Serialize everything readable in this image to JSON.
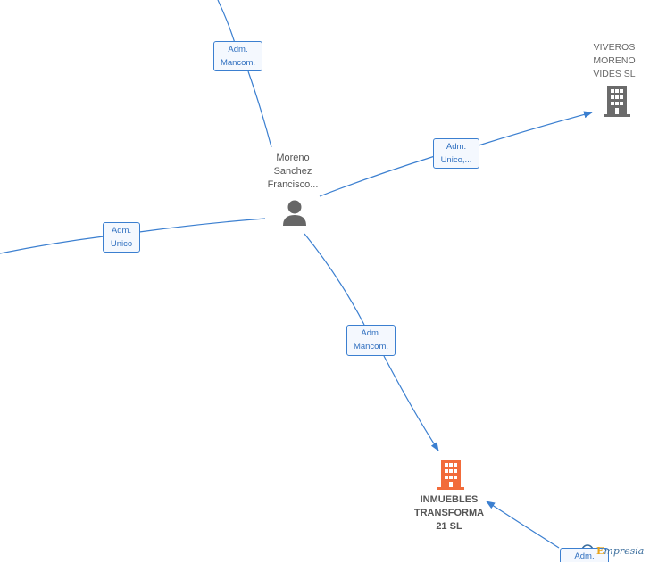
{
  "person": {
    "name_lines": [
      "Moreno",
      "Sanchez",
      "Francisco..."
    ],
    "icon": "person-icon",
    "color": "#666666"
  },
  "companies": {
    "viveros": {
      "name_lines": [
        "VIVEROS",
        "MORENO",
        "VIDES  SL"
      ],
      "icon": "building-icon",
      "color": "#6b6b6b"
    },
    "inmuebles": {
      "name_lines": [
        "INMUEBLES",
        "TRANSFORMA",
        "21  SL"
      ],
      "icon": "building-icon",
      "color": "#f26b3a"
    }
  },
  "edge_labels": {
    "top": [
      "Adm.",
      "Mancom."
    ],
    "viveros": [
      "Adm.",
      "Unico,..."
    ],
    "left": [
      "Adm.",
      "Unico"
    ],
    "inmuebles": [
      "Adm.",
      "Mancom."
    ],
    "bottom_right": [
      "Adm."
    ]
  },
  "colors": {
    "edge": "#3b7fd0",
    "label_border": "#3b7fd0",
    "label_text": "#2f6fbf"
  },
  "brand": {
    "prefix": "",
    "initial": "E",
    "rest": "mpresia"
  }
}
